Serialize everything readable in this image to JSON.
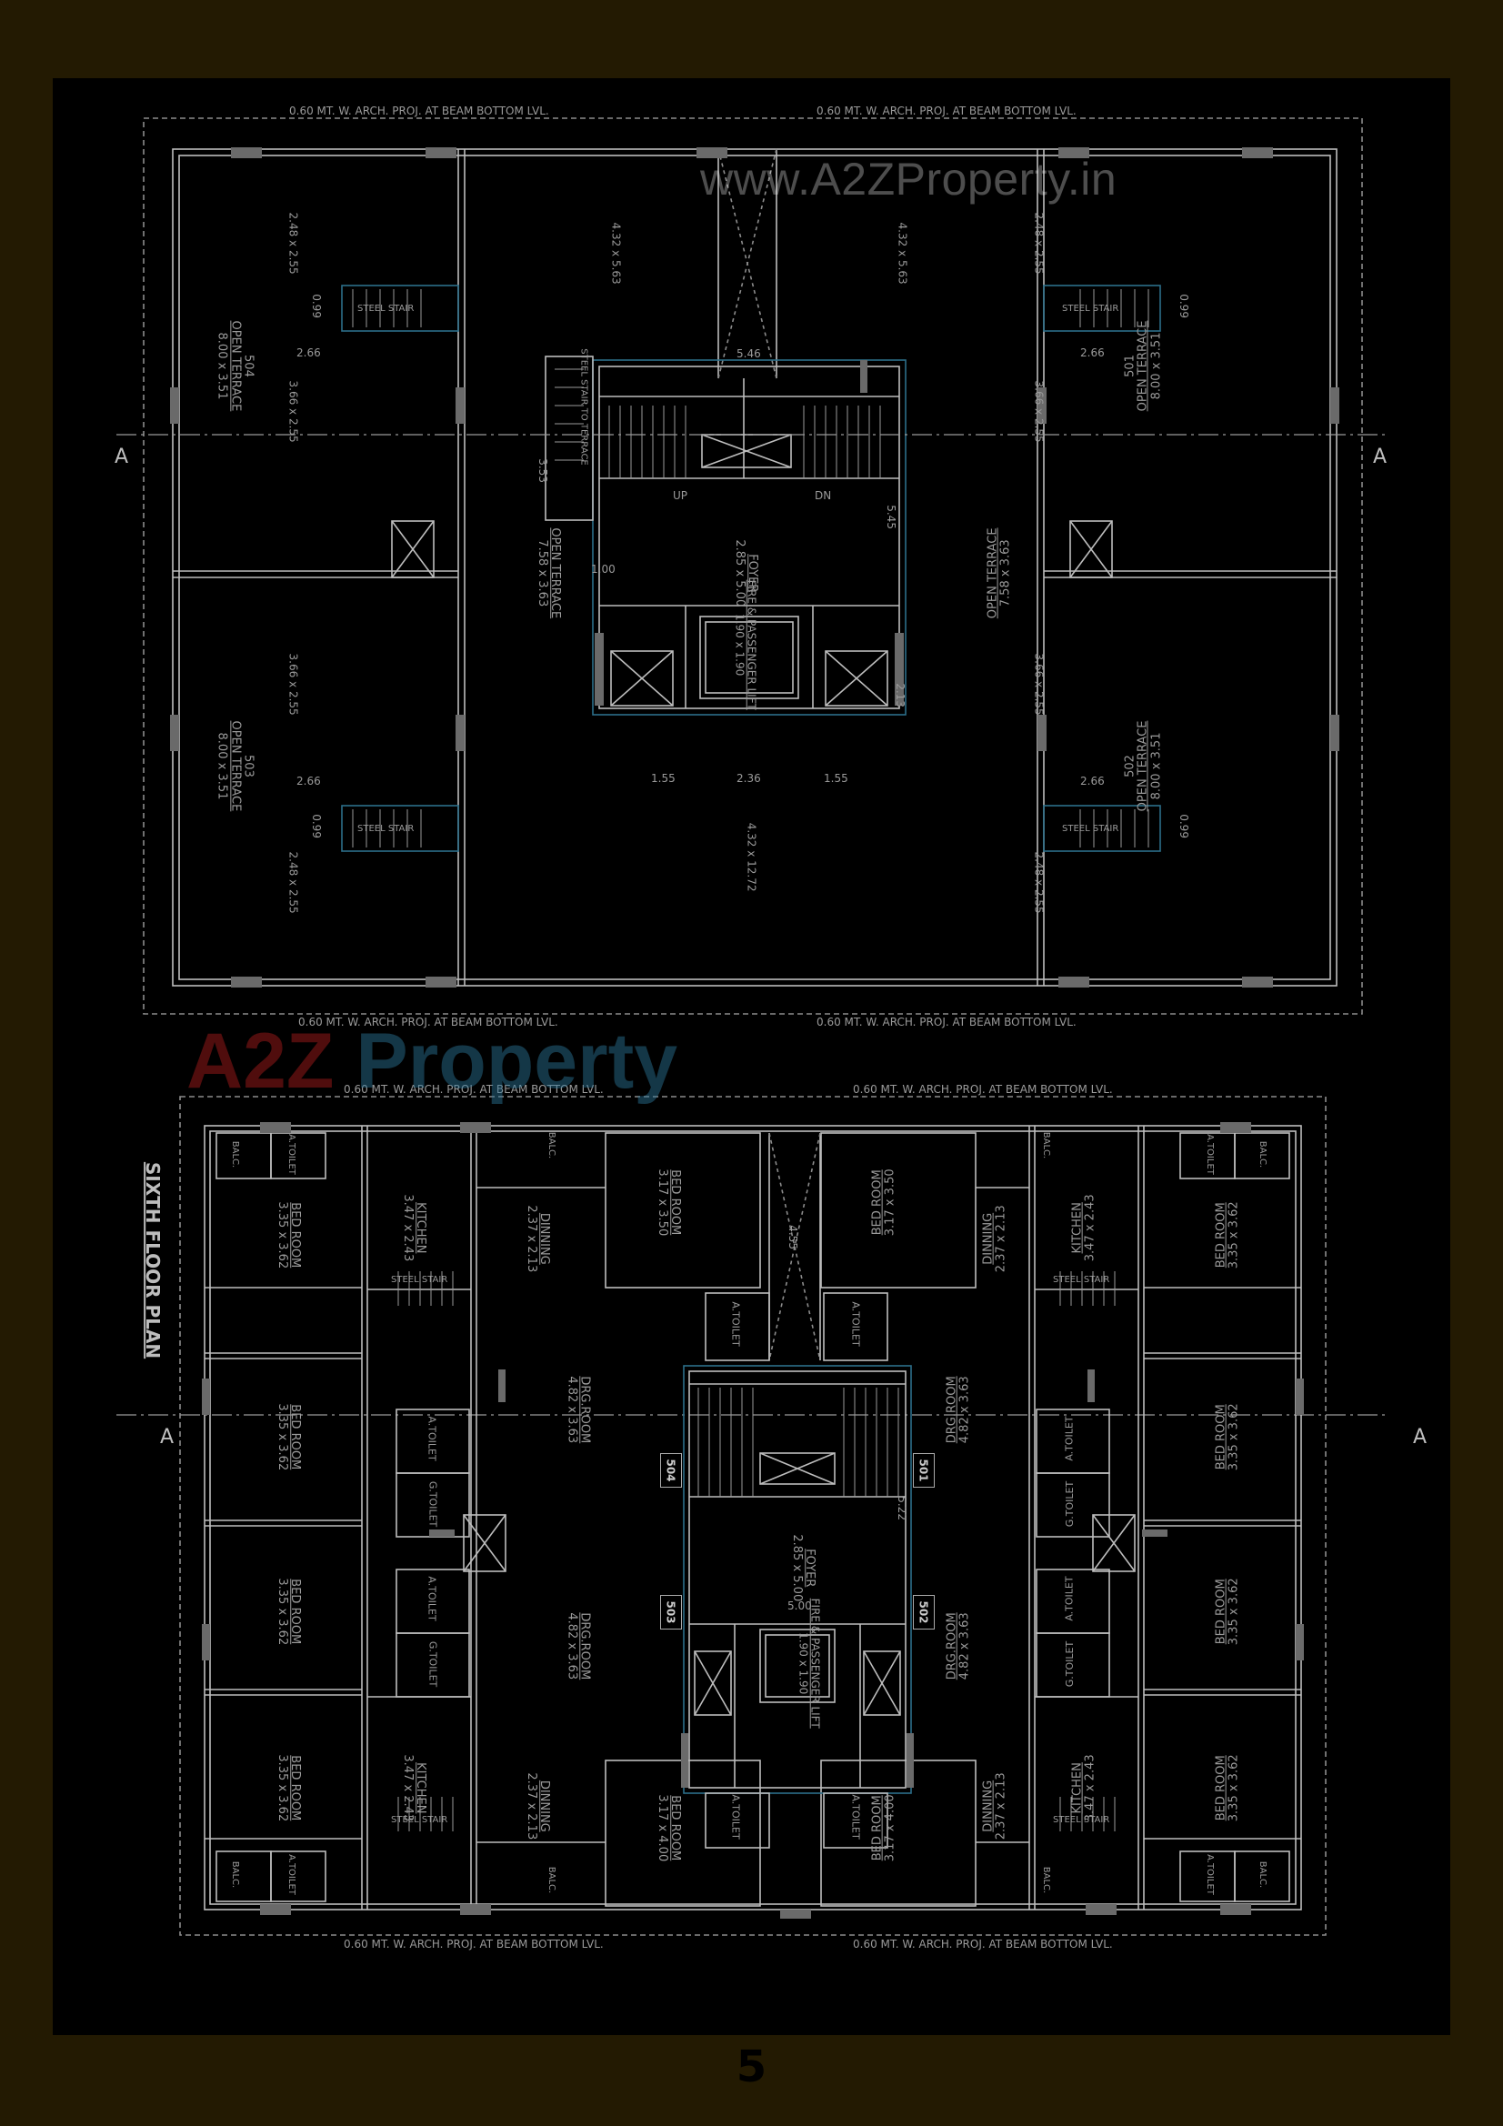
{
  "page": {
    "page_number": "5",
    "watermark_url": "www.A2ZProperty.in",
    "logo": {
      "part1": "A2Z",
      "part2": "Property"
    }
  },
  "sixth_floor": {
    "title": "SIXTH FLOOR PLAN",
    "section_marker": "A",
    "proj_note": "0.60 MT. W. ARCH. PROJ. AT BEAM BOTTOM LVL.",
    "units": [
      "501",
      "502",
      "503",
      "504"
    ],
    "rooms": {
      "bed_room": "BED ROOM",
      "bed_355x362": "3.35 x 3.62",
      "bed_317x350": "3.17 x 3.50",
      "bed_317x400": "3.17 x 4.00",
      "kitchen": "KITCHEN",
      "kitchen_dim": "3.47 x 2.43",
      "dining": "DINNING",
      "dining_dim": "2.37 x 2.13",
      "drg_room": "DRG.ROOM",
      "drg_dim": "4.82 x 3.63",
      "foyer": "FOYER",
      "foyer_dim": "2.85 x 5.00",
      "lift": "FIRE & PASSENGER LIFT",
      "lift_dim": "1.90 x 1.90",
      "a_toilet": "A.TOILET",
      "g_toilet": "G.TOILET",
      "balc": "BALC.",
      "steel_stair": "STEEL STAIR",
      "dim_500": "5.00",
      "dim_522": "5.22",
      "dim_455": "4.55"
    }
  },
  "terrace_floor": {
    "section_marker": "A",
    "proj_note": "0.60 MT. W. ARCH. PROJ. AT BEAM BOTTOM LVL.",
    "units": [
      "501",
      "502",
      "503",
      "504"
    ],
    "rooms": {
      "open_terrace": "OPEN TERRACE",
      "terrace_800": "8.00 x 3.51",
      "terrace_758": "7.58 x 3.63",
      "terrace_432_563": "4.32 x 5.63",
      "terrace_432_1272": "4.32 x 12.72",
      "dim_248_255": "2.48 x 2.55",
      "dim_366_255": "3.66 x 2.55",
      "foyer": "FOYER",
      "foyer_dim": "2.85 x 5.00",
      "lift": "FIRE & PASSENGER LIFT",
      "lift_dim": "1.90 x 1.90",
      "steel_stair": "STEEL STAIR",
      "steel_stair_to_terrace": "STEEL STAIR TO TERRACE",
      "dim_266": "2.66",
      "dim_099": "0.99",
      "dim_546": "5.46",
      "dim_545": "5.45",
      "dim_353": "3.53",
      "dim_100": "1.00",
      "dim_213": "2.13",
      "dim_155": "1.55",
      "dim_236": "2.36",
      "up": "UP",
      "dn": "DN"
    }
  },
  "colors": {
    "frame": "#231a02",
    "sheet": "#000000",
    "line": "#bdbdbd",
    "dashed": "#8c8c8c",
    "blue_line": "#2c6f8a"
  }
}
